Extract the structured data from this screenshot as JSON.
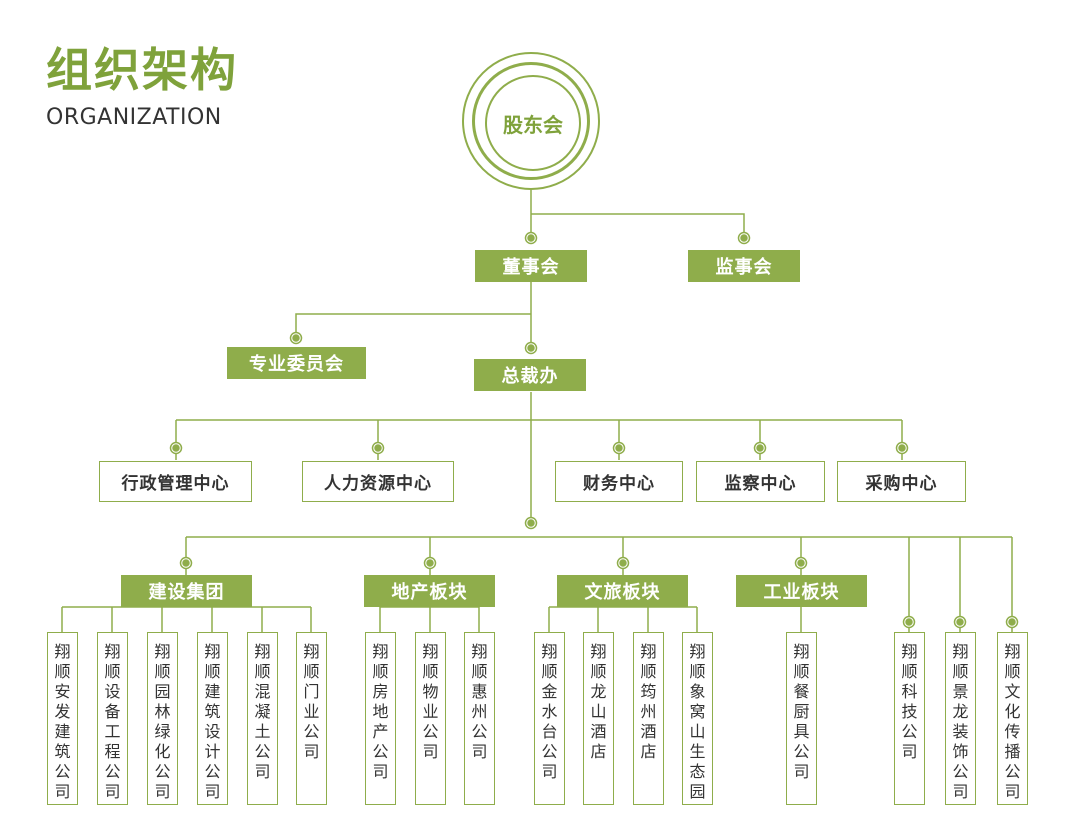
{
  "title": "组织架构",
  "subtitle": "ORGANIZATION",
  "colors": {
    "accent": "#8fad4b",
    "title": "#7fa23b",
    "text": "#333333"
  },
  "nodes": {
    "shareholders": "股东会",
    "board": "董事会",
    "supervisory_board": "监事会",
    "expert_committee": "专业委员会",
    "president_office": "总裁办",
    "admin_center": "行政管理中心",
    "hr_center": "人力资源中心",
    "finance_center": "财务中心",
    "supervision_center": "监察中心",
    "procurement_center": "采购中心",
    "construction_group": "建设集团",
    "real_estate_sector": "地产板块",
    "culture_tourism_sector": "文旅板块",
    "industrial_sector": "工业板块"
  },
  "companies": {
    "anfa": "翔顺安发建筑公司",
    "equipment": "翔顺设备工程公司",
    "landscape": "翔顺园林绿化公司",
    "design": "翔顺建筑设计公司",
    "concrete": "翔顺混凝土公司",
    "doors": "翔顺门业公司",
    "realty": "翔顺房地产公司",
    "property": "翔顺物业公司",
    "huizhou": "翔顺惠州公司",
    "jinshuitai": "翔顺金水台公司",
    "longshan_hotel": "翔顺龙山酒店",
    "zhuzhou_hotel": "翔顺筠州酒店",
    "xiangwo_park": "翔顺象窝山生态园",
    "kitchenware": "翔顺餐厨具公司",
    "tech": "翔顺科技公司",
    "jinglong_decor": "翔顺景龙装饰公司",
    "culture_media": "翔顺文化传播公司"
  }
}
